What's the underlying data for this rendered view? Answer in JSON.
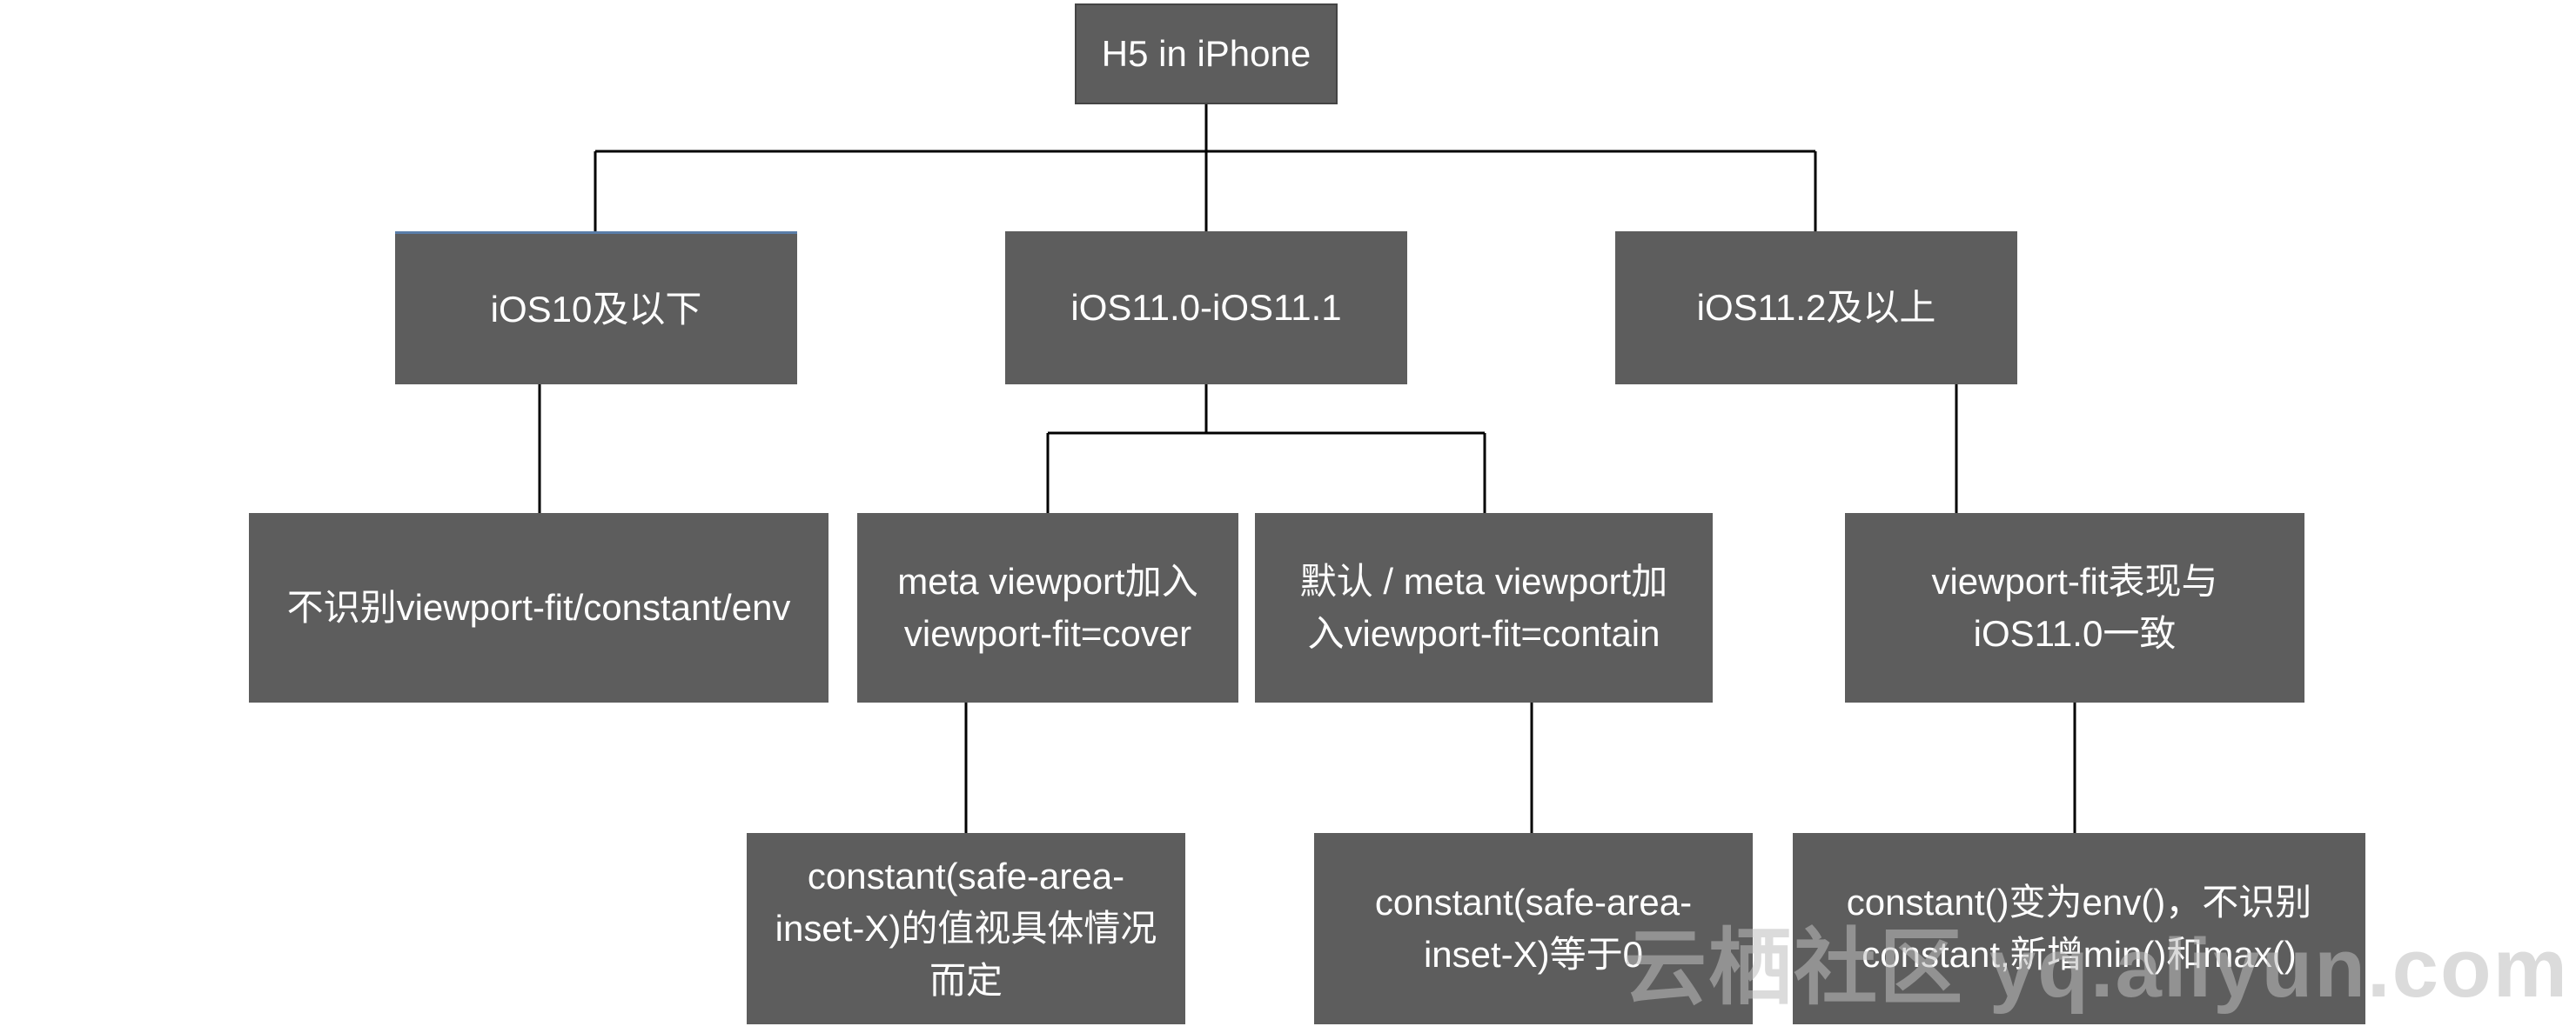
{
  "nodes": {
    "root": {
      "lines": [
        "H5 in iPhone"
      ]
    },
    "ios10": {
      "lines": [
        "iOS10及以下"
      ]
    },
    "ios11_0": {
      "lines": [
        "iOS11.0-iOS11.1"
      ]
    },
    "ios11_2": {
      "lines": [
        "iOS11.2及以上"
      ]
    },
    "ios10_note": {
      "lines": [
        "不识别viewport-fit/constant/env"
      ]
    },
    "cover": {
      "lines": [
        "meta viewport加入",
        "viewport-fit=cover"
      ]
    },
    "contain": {
      "lines": [
        "默认 / meta viewport加",
        "入viewport-fit=contain"
      ]
    },
    "ios11_2_note": {
      "lines": [
        "viewport-fit表现与",
        "iOS11.0一致"
      ]
    },
    "cover_result": {
      "lines": [
        "constant(safe-area-",
        "inset-X)的值视具体情况",
        "而定"
      ]
    },
    "contain_result": {
      "lines": [
        "constant(safe-area-",
        "inset-X)等于0"
      ]
    },
    "ios11_2_result": {
      "lines": [
        "constant()变为env()，不识别",
        "constant,新增min()和max()"
      ]
    }
  },
  "watermark": "云栖社区 yq.aliyun.com",
  "colors": {
    "node_fill": "#5d5d5d",
    "node_text": "#ffffff",
    "line": "#000000",
    "background": "#ffffff"
  }
}
